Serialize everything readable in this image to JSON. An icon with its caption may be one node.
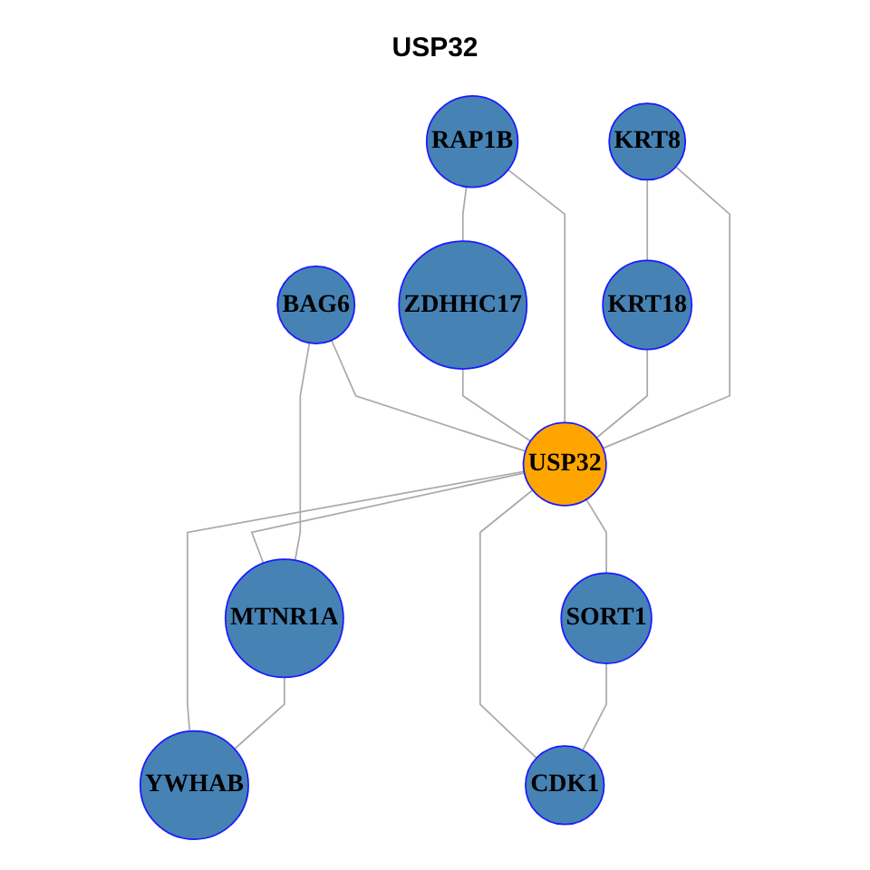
{
  "diagram": {
    "title": "USP32",
    "nodes": [
      {
        "text": [
          "KRT8"
        ]
      },
      {
        "text": [
          "RAP1B"
        ]
      },
      {
        "text": [
          "KRT18"
        ]
      },
      {
        "text": [
          "ZDHHC17"
        ]
      },
      {
        "text": [
          "USP32"
        ]
      },
      {
        "text": [
          "BAG6"
        ]
      },
      {
        "text": [
          "CDK1"
        ]
      },
      {
        "text": [
          "MTNR1A"
        ]
      },
      {
        "text": [
          "SORT1"
        ]
      },
      {
        "text": [
          "YWHAB"
        ]
      }
    ],
    "edges": [
      {
        "from": 0,
        "to": 4,
        "arrow": "none"
      },
      {
        "from": 2,
        "to": 4,
        "arrow": "none"
      },
      {
        "from": 0,
        "to": 2,
        "arrow": "none"
      },
      {
        "from": 1,
        "to": 4,
        "arrow": "none"
      },
      {
        "from": 1,
        "to": 3,
        "arrow": "none"
      },
      {
        "from": 3,
        "to": 4,
        "arrow": "none"
      },
      {
        "from": 5,
        "to": 4,
        "arrow": "none"
      },
      {
        "from": 5,
        "to": 7,
        "arrow": "none"
      },
      {
        "from": 4,
        "to": 7,
        "arrow": "none"
      },
      {
        "from": 7,
        "to": 9,
        "arrow": "none"
      },
      {
        "from": 4,
        "to": 9,
        "arrow": "none"
      },
      {
        "from": 4,
        "to": 8,
        "arrow": "none"
      },
      {
        "from": 8,
        "to": 6,
        "arrow": "none"
      },
      {
        "from": 4,
        "to": 6,
        "arrow": "none"
      }
    ]
  }
}
